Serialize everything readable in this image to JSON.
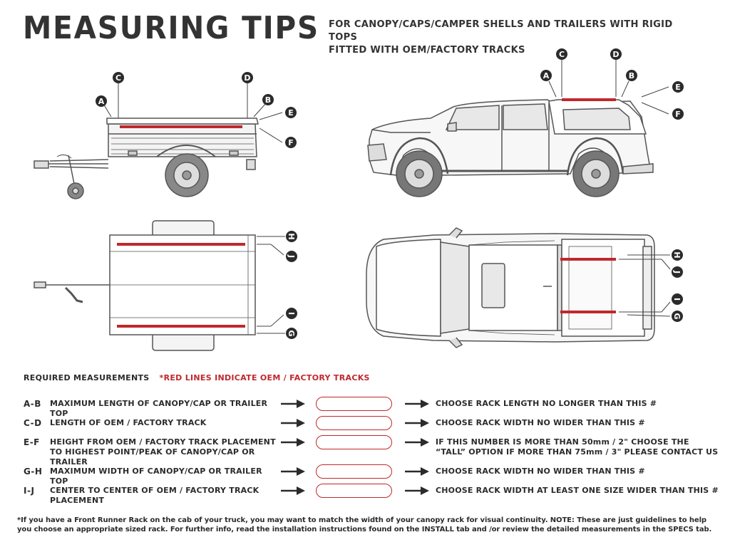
{
  "header": {
    "title": "MEASURING TIPS",
    "subtitle_line1": "FOR CANOPY/CAPS/CAMPER SHELLS AND TRAILERS WITH RIGID TOPS",
    "subtitle_line2": "FITTED WITH OEM/FACTORY TRACKS"
  },
  "markers": {
    "a": "A",
    "b": "B",
    "c": "C",
    "d": "D",
    "e": "E",
    "f": "F",
    "g": "G",
    "h": "H",
    "i": "I",
    "j": "J"
  },
  "colors": {
    "track_red": "#c0282d",
    "marker_fill": "#2b2b2b",
    "line_art": "#555555"
  },
  "requirements": {
    "heading": "REQUIRED MEASUREMENTS",
    "note": "*RED LINES INDICATE OEM / FACTORY TRACKS",
    "rows": [
      {
        "code": "A-B",
        "desc": "MAXIMUM  LENGTH OF CANOPY/CAP OR TRAILER TOP",
        "value": "",
        "result": "CHOOSE RACK LENGTH NO LONGER THAN THIS #"
      },
      {
        "code": "C-D",
        "desc": "LENGTH OF OEM / FACTORY TRACK",
        "value": "",
        "result": "CHOOSE RACK WIDTH NO WIDER THAN THIS #"
      },
      {
        "code": "E-F",
        "desc": "HEIGHT FROM OEM / FACTORY TRACK PLACEMENT TO HIGHEST POINT/PEAK OF CANOPY/CAP OR TRAILER",
        "value": "",
        "result": "IF THIS NUMBER IS MORE THAN 50mm / 2\" CHOOSE THE “TALL” OPTION IF MORE THAN 75mm / 3\" PLEASE CONTACT US"
      },
      {
        "code": "G-H",
        "desc": "MAXIMUM  WIDTH OF CANOPY/CAP OR TRAILER TOP",
        "value": "",
        "result": "CHOOSE RACK WIDTH NO WIDER THAN THIS #"
      },
      {
        "code": "I-J",
        "desc": "CENTER TO CENTER OF OEM / FACTORY TRACK PLACEMENT",
        "value": "",
        "result": "CHOOSE RACK WIDTH AT LEAST ONE SIZE WIDER THAN THIS #"
      }
    ]
  },
  "footnote": "*If you have a Front Runner Rack on the cab of your truck, you may want to match the width of your canopy rack for visual continuity. NOTE: These are just guidelines to help you choose an appropriate sized rack. For further info, read the installation instructions found on the INSTALL tab and /or review the detailed measurements in the SPECS tab."
}
